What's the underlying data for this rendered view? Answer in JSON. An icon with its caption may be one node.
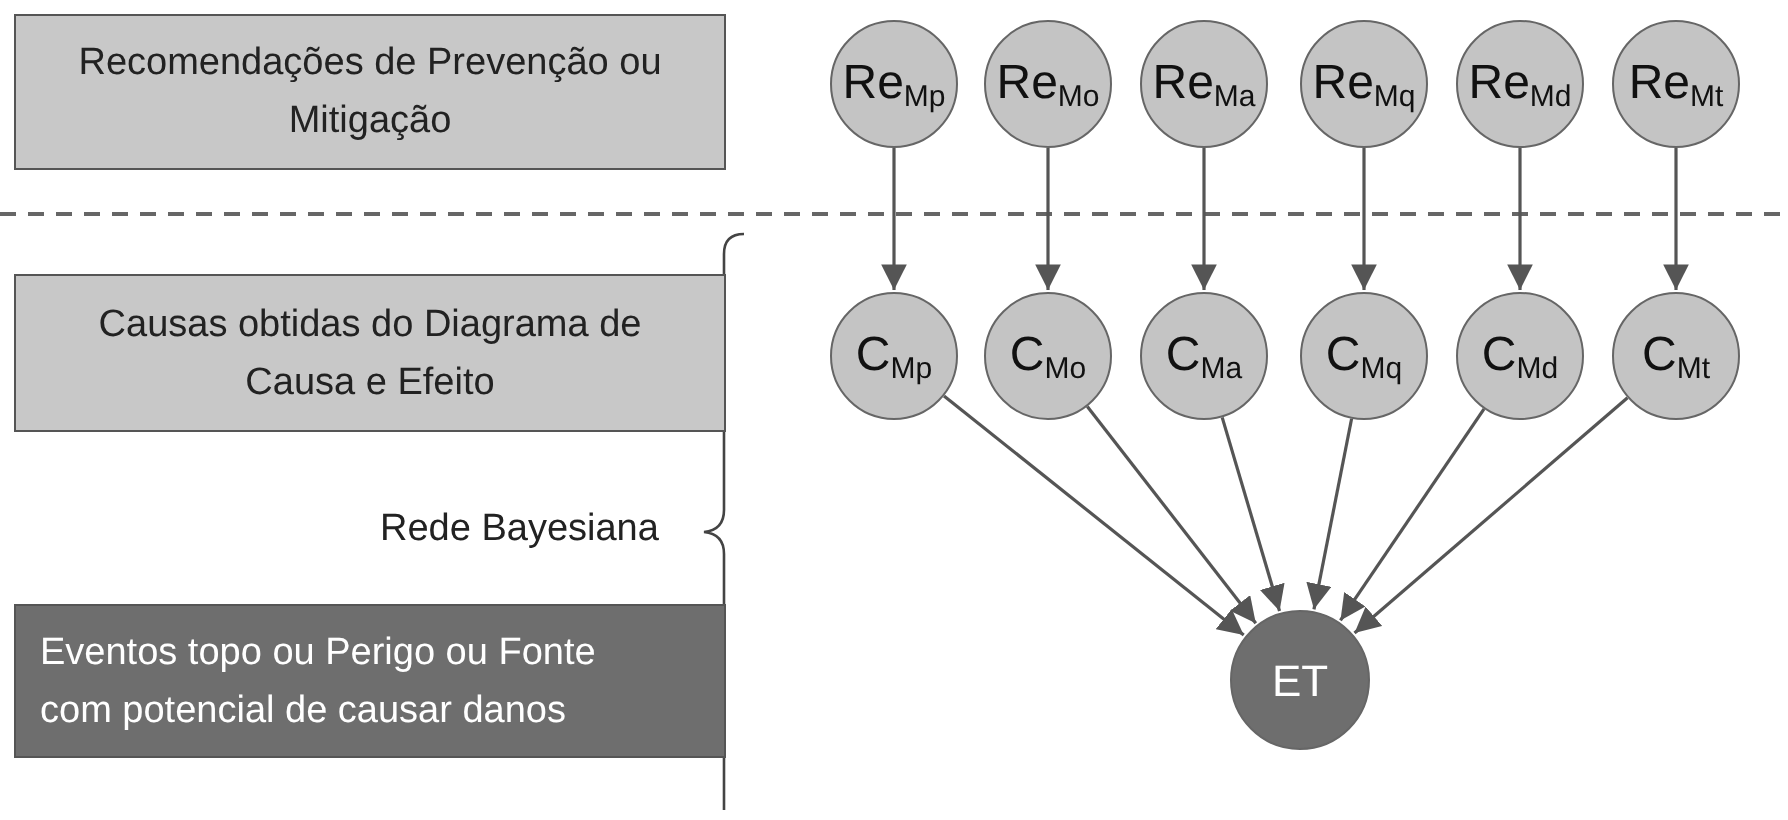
{
  "diagram": {
    "nodes": [
      {
        "text": [
          "Recomendações de Prevenção ou Mitigação"
        ]
      },
      {
        "text": [
          "Re$_{Mp}$"
        ]
      },
      {
        "text": [
          "Re$_{Mo}$"
        ]
      },
      {
        "text": [
          "Re$_{Ma}$"
        ]
      },
      {
        "text": [
          "Re$_{Mq}$"
        ]
      },
      {
        "text": [
          "Re$_{Md}$"
        ]
      },
      {
        "text": [
          "Re$_{Mt}$"
        ]
      },
      {
        "text": [
          "Causas obtidas do Diagrama de Causa e Efeito"
        ]
      },
      {
        "text": [
          "C$_{Mp}$"
        ]
      },
      {
        "text": [
          "C$_{Mo}$"
        ]
      },
      {
        "text": [
          "C$_{Ma}$"
        ]
      },
      {
        "text": [
          "C$_{Mq}$"
        ]
      },
      {
        "text": [
          "C$_{Md}$"
        ]
      },
      {
        "text": [
          "C$_{Mt}$"
        ]
      },
      {
        "text": [
          "Eventos topo ou Perigo ou Fonte com potencial de causar danos"
        ]
      },
      {
        "text": [
          "ET"
        ]
      }
    ],
    "edges": [
      {
        "from": 1,
        "to": 8,
        "arrow": "to"
      },
      {
        "from": 2,
        "to": 9,
        "arrow": "to"
      },
      {
        "from": 3,
        "to": 10,
        "arrow": "to"
      },
      {
        "from": 4,
        "to": 11,
        "arrow": "to"
      },
      {
        "from": 5,
        "to": 12,
        "arrow": "to"
      },
      {
        "from": 6,
        "to": 13,
        "arrow": "to"
      },
      {
        "from": 8,
        "to": 15,
        "arrow": "to"
      },
      {
        "from": 9,
        "to": 15,
        "arrow": "to"
      },
      {
        "from": 10,
        "to": 15,
        "arrow": "to"
      },
      {
        "from": 11,
        "to": 15,
        "arrow": "to"
      },
      {
        "from": 12,
        "to": 15,
        "arrow": "to"
      },
      {
        "from": 13,
        "to": 15,
        "arrow": "to"
      }
    ],
    "labels": [
      "Rede Bayesiana"
    ]
  }
}
